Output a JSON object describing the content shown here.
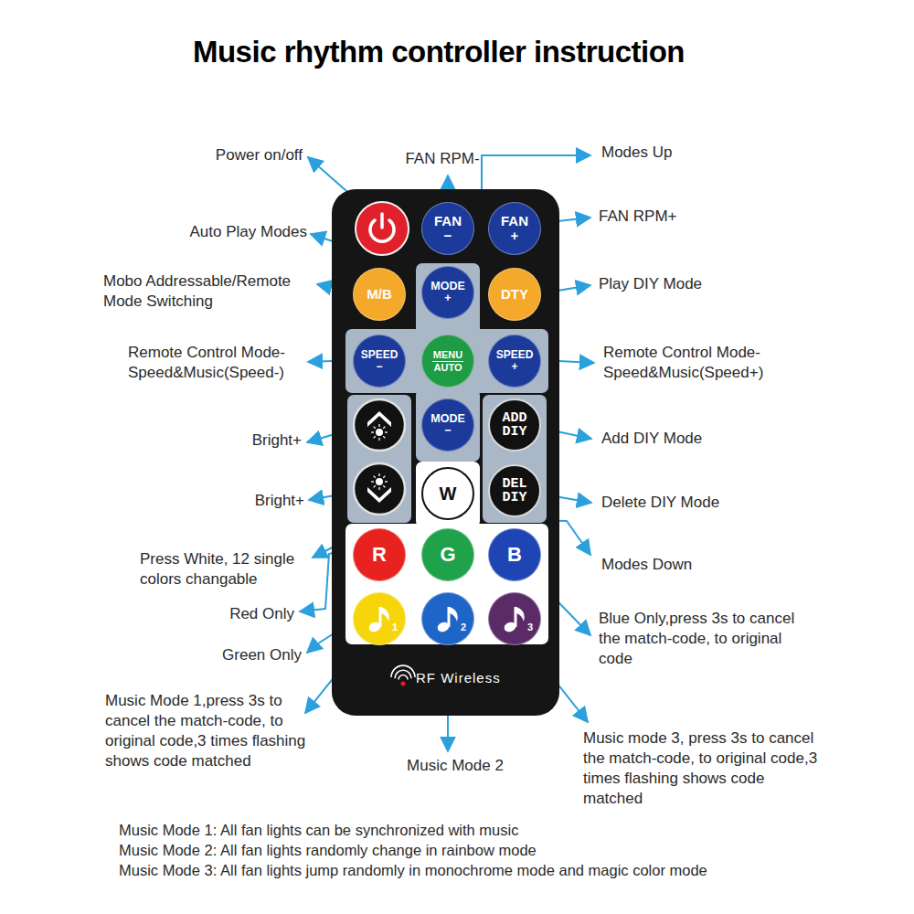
{
  "diagram": {
    "title": "Music rhythm controller instruction",
    "nodes": [
      {
        "text": [
          "RF Wireless"
        ]
      },
      {
        "text": [
          "FAN −"
        ],
        "in": 0
      },
      {
        "text": [
          "FAN +"
        ],
        "in": 0
      },
      {
        "text": [
          "M/B"
        ],
        "in": 0
      },
      {
        "text": [
          "MODE +"
        ],
        "in": 0
      },
      {
        "text": [
          "DTY"
        ],
        "in": 0
      },
      {
        "text": [
          "SPEED −"
        ],
        "in": 0
      },
      {
        "text": [
          "MENU AUTO"
        ],
        "in": 0
      },
      {
        "text": [
          "SPEED +"
        ],
        "in": 0
      },
      {
        "text": [
          "MODE −"
        ],
        "in": 0
      },
      {
        "text": [
          "ADD DIY"
        ],
        "in": 0
      },
      {
        "text": [
          "W"
        ],
        "in": 0
      },
      {
        "text": [
          "DEL DIY"
        ],
        "in": 0
      },
      {
        "text": [
          "R"
        ],
        "in": 0
      },
      {
        "text": [
          "G"
        ],
        "in": 0
      },
      {
        "text": [
          "B"
        ],
        "in": 0
      },
      {
        "text": [
          "1"
        ],
        "in": 0
      },
      {
        "text": [
          "2"
        ],
        "in": 0
      },
      {
        "text": [
          "3"
        ],
        "in": 0
      }
    ],
    "labels": [
      "Power on/off",
      "FAN RPM-",
      "Modes Up",
      "FAN RPM+",
      "Auto Play Modes",
      "Mobo Addressable/Remote Mode Switching",
      "Play DIY Mode",
      "Remote Control Mode- Speed&Music(Speed-)",
      "Remote Control Mode- Speed&Music(Speed+)",
      "Bright+",
      "Add DIY Mode",
      "Bright+",
      "Delete DIY Mode",
      "Press White, 12 single colors changable",
      "Modes Down",
      "Red Only",
      "Blue Only,press 3s to cancel the match-code, to original code",
      "Green Only",
      "Music Mode 1,press 3s to cancel the match-code, to original code,3 times flashing shows code matched",
      "Music Mode 2",
      "Music mode 3, press 3s to cancel the match-code, to original code,3 times flashing shows code matched",
      "Music Mode 1: All fan lights can be synchronized with music",
      "Music Mode 2: All fan lights randomly change in rainbow mode",
      "Music Mode 3: All fan lights jump randomly in monochrome mode and magic color mode"
    ]
  }
}
